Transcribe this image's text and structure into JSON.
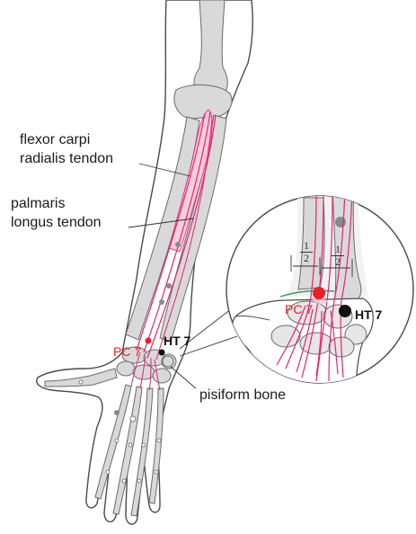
{
  "labels": {
    "fcr_line1": "flexor carpi",
    "fcr_line2": "radialis tendon",
    "pl_line1": "palmaris",
    "pl_line2": "longus tendon",
    "pisiform": "pisiform bone"
  },
  "points": {
    "pc7": "PC 7",
    "ht7": "HT 7",
    "zoom_pc7": "PC 7",
    "zoom_ht7": "HT 7"
  },
  "fractions": {
    "left": {
      "numerator": "1",
      "denominator": "2"
    },
    "right": {
      "numerator": "1",
      "denominator": "2"
    }
  },
  "colors": {
    "acupoint_pc": "#e8202a",
    "acupoint_ht": "#111111",
    "tendon": "#e8246e",
    "tendon_fill": "#f6c6d6",
    "bone": "#d9d9d9",
    "outline": "#4a4a4a"
  }
}
